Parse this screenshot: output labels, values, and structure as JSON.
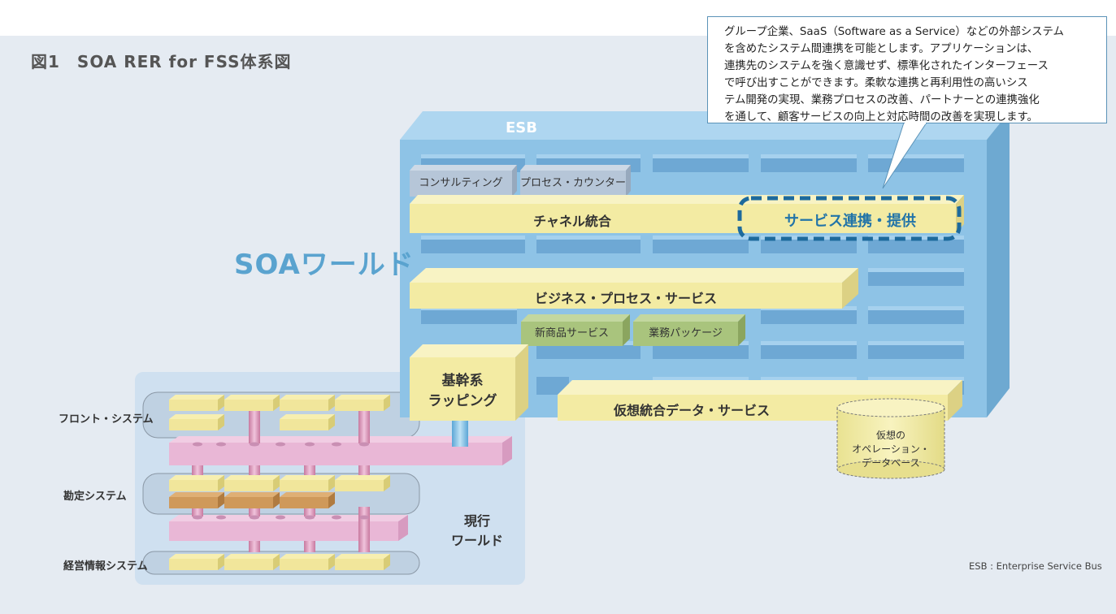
{
  "figure": {
    "title": "図1　SOA RER for FSS体系図"
  },
  "soa_world": {
    "label": "SOAワールド"
  },
  "esb": {
    "label": "ESB",
    "footnote": "ESB : Enterprise Service Bus"
  },
  "callout": {
    "lines": [
      "グループ企業、SaaS（Software as a Service）などの外部システム",
      "を含めたシステム間連携を可能とします。アプリケーションは、",
      "連携先のシステムを強く意識せず、標準化されたインターフェース",
      "で呼び出すことができます。柔軟な連携と再利用性の高いシス",
      "テム開発の実現、業務プロセスの改善、パートナーとの連携強化",
      "を通して、顧客サービスの向上と対応時間の改善を実現します。"
    ]
  },
  "layers": {
    "consulting": "コンサルティング",
    "process_counter": "プロセス・カウンター",
    "channel": "チャネル統合",
    "service_link": "サービス連携・提供",
    "business_process": "ビジネス・プロセス・サービス",
    "new_product": "新商品サービス",
    "business_package": "業務パッケージ",
    "core_wrapping_1": "基幹系",
    "core_wrapping_2": "ラッピング",
    "virtual_data": "仮想統合データ・サービス",
    "virtual_db_1": "仮想の",
    "virtual_db_2": "オペレーション・",
    "virtual_db_3": "データベース"
  },
  "current_world": {
    "label_1": "現行",
    "label_2": "ワールド",
    "front": "フロント・システム",
    "accounting": "勘定システム",
    "mis": "経営情報システム"
  },
  "colors": {
    "panel": "#e5ebf2",
    "esb_blue": "#8ec3e6",
    "yellow_bar": "#f3eba3",
    "green_chip": "#a9c47d",
    "pink_bus": "#e9b7d6",
    "orange_block": "#cf995a",
    "accent_blue": "#5aa3cf"
  }
}
